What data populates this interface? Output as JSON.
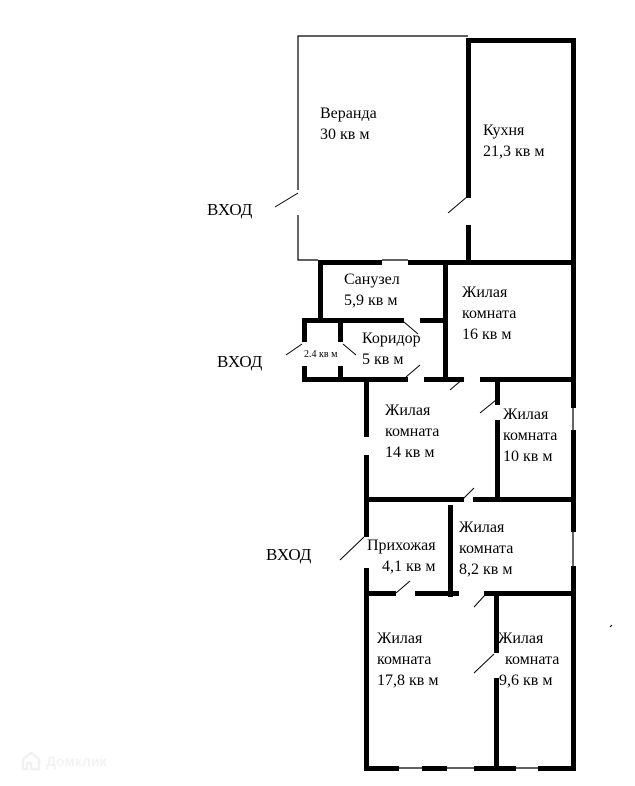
{
  "floor_plan": {
    "entrance_label": "ВХОД",
    "rooms": [
      {
        "id": "veranda",
        "name": "Веранда",
        "area": "30 кв м"
      },
      {
        "id": "kitchen",
        "name": "Кухня",
        "area": "21,3 кв м"
      },
      {
        "id": "bathroom",
        "name": "Санузел",
        "area": "5,9 кв м"
      },
      {
        "id": "living-16",
        "name_line1": "Жилая",
        "name_line2": "комната",
        "area": "16 кв м"
      },
      {
        "id": "vestibule",
        "area": "2.4 кв м"
      },
      {
        "id": "corridor",
        "name": "Коридор",
        "area": "5 кв м"
      },
      {
        "id": "living-14",
        "name_line1": "Жилая",
        "name_line2": "комната",
        "area": "14 кв м"
      },
      {
        "id": "living-10",
        "name_line1": "Жилая",
        "name_line2": "комната",
        "area": "10 кв м"
      },
      {
        "id": "hallway",
        "name": "Прихожая",
        "area": "4,1 кв м"
      },
      {
        "id": "living-8-2",
        "name_line1": "Жилая",
        "name_line2": "комната",
        "area": "8,2 кв м"
      },
      {
        "id": "living-17-8",
        "name_line1": "Жилая",
        "name_line2": "комната",
        "area": "17,8 кв м"
      },
      {
        "id": "living-9-6",
        "name_line1": "Жилая",
        "name_line2": "комната",
        "area": "9,6 кв м"
      }
    ]
  },
  "watermark": {
    "text": "Домклик",
    "icon": "domclick-logo-icon"
  }
}
